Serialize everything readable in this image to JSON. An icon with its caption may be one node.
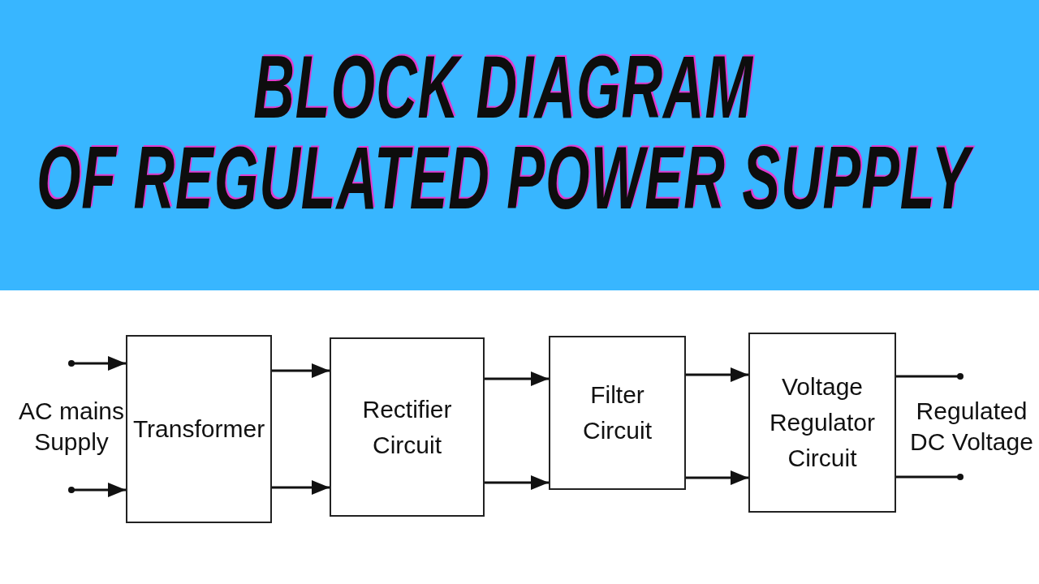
{
  "diagram": {
    "title": "BLOCK DIAGRAM OF REGULATED POWER SUPPLY",
    "nodes": [
      {
        "text": [
          "Transformer"
        ]
      },
      {
        "text": [
          "Rectifier Circuit"
        ]
      },
      {
        "text": [
          "Filter Circuit"
        ]
      },
      {
        "text": [
          "Voltage Regulator Circuit"
        ]
      }
    ],
    "edges": [
      {
        "from": null,
        "to": 0,
        "arrow": "to"
      },
      {
        "from": null,
        "to": 0,
        "arrow": "to"
      },
      {
        "from": 0,
        "to": 1,
        "arrow": "to"
      },
      {
        "from": 0,
        "to": 1,
        "arrow": "to"
      },
      {
        "from": 1,
        "to": 2,
        "arrow": "to"
      },
      {
        "from": 1,
        "to": 2,
        "arrow": "to"
      },
      {
        "from": 2,
        "to": 3,
        "arrow": "to"
      },
      {
        "from": 2,
        "to": 3,
        "arrow": "to"
      },
      {
        "from": 3,
        "to": null,
        "arrow": "other"
      },
      {
        "from": 3,
        "to": null,
        "arrow": "other"
      }
    ],
    "labels": [
      "AC mains Supply",
      "Regulated DC Voltage"
    ]
  }
}
